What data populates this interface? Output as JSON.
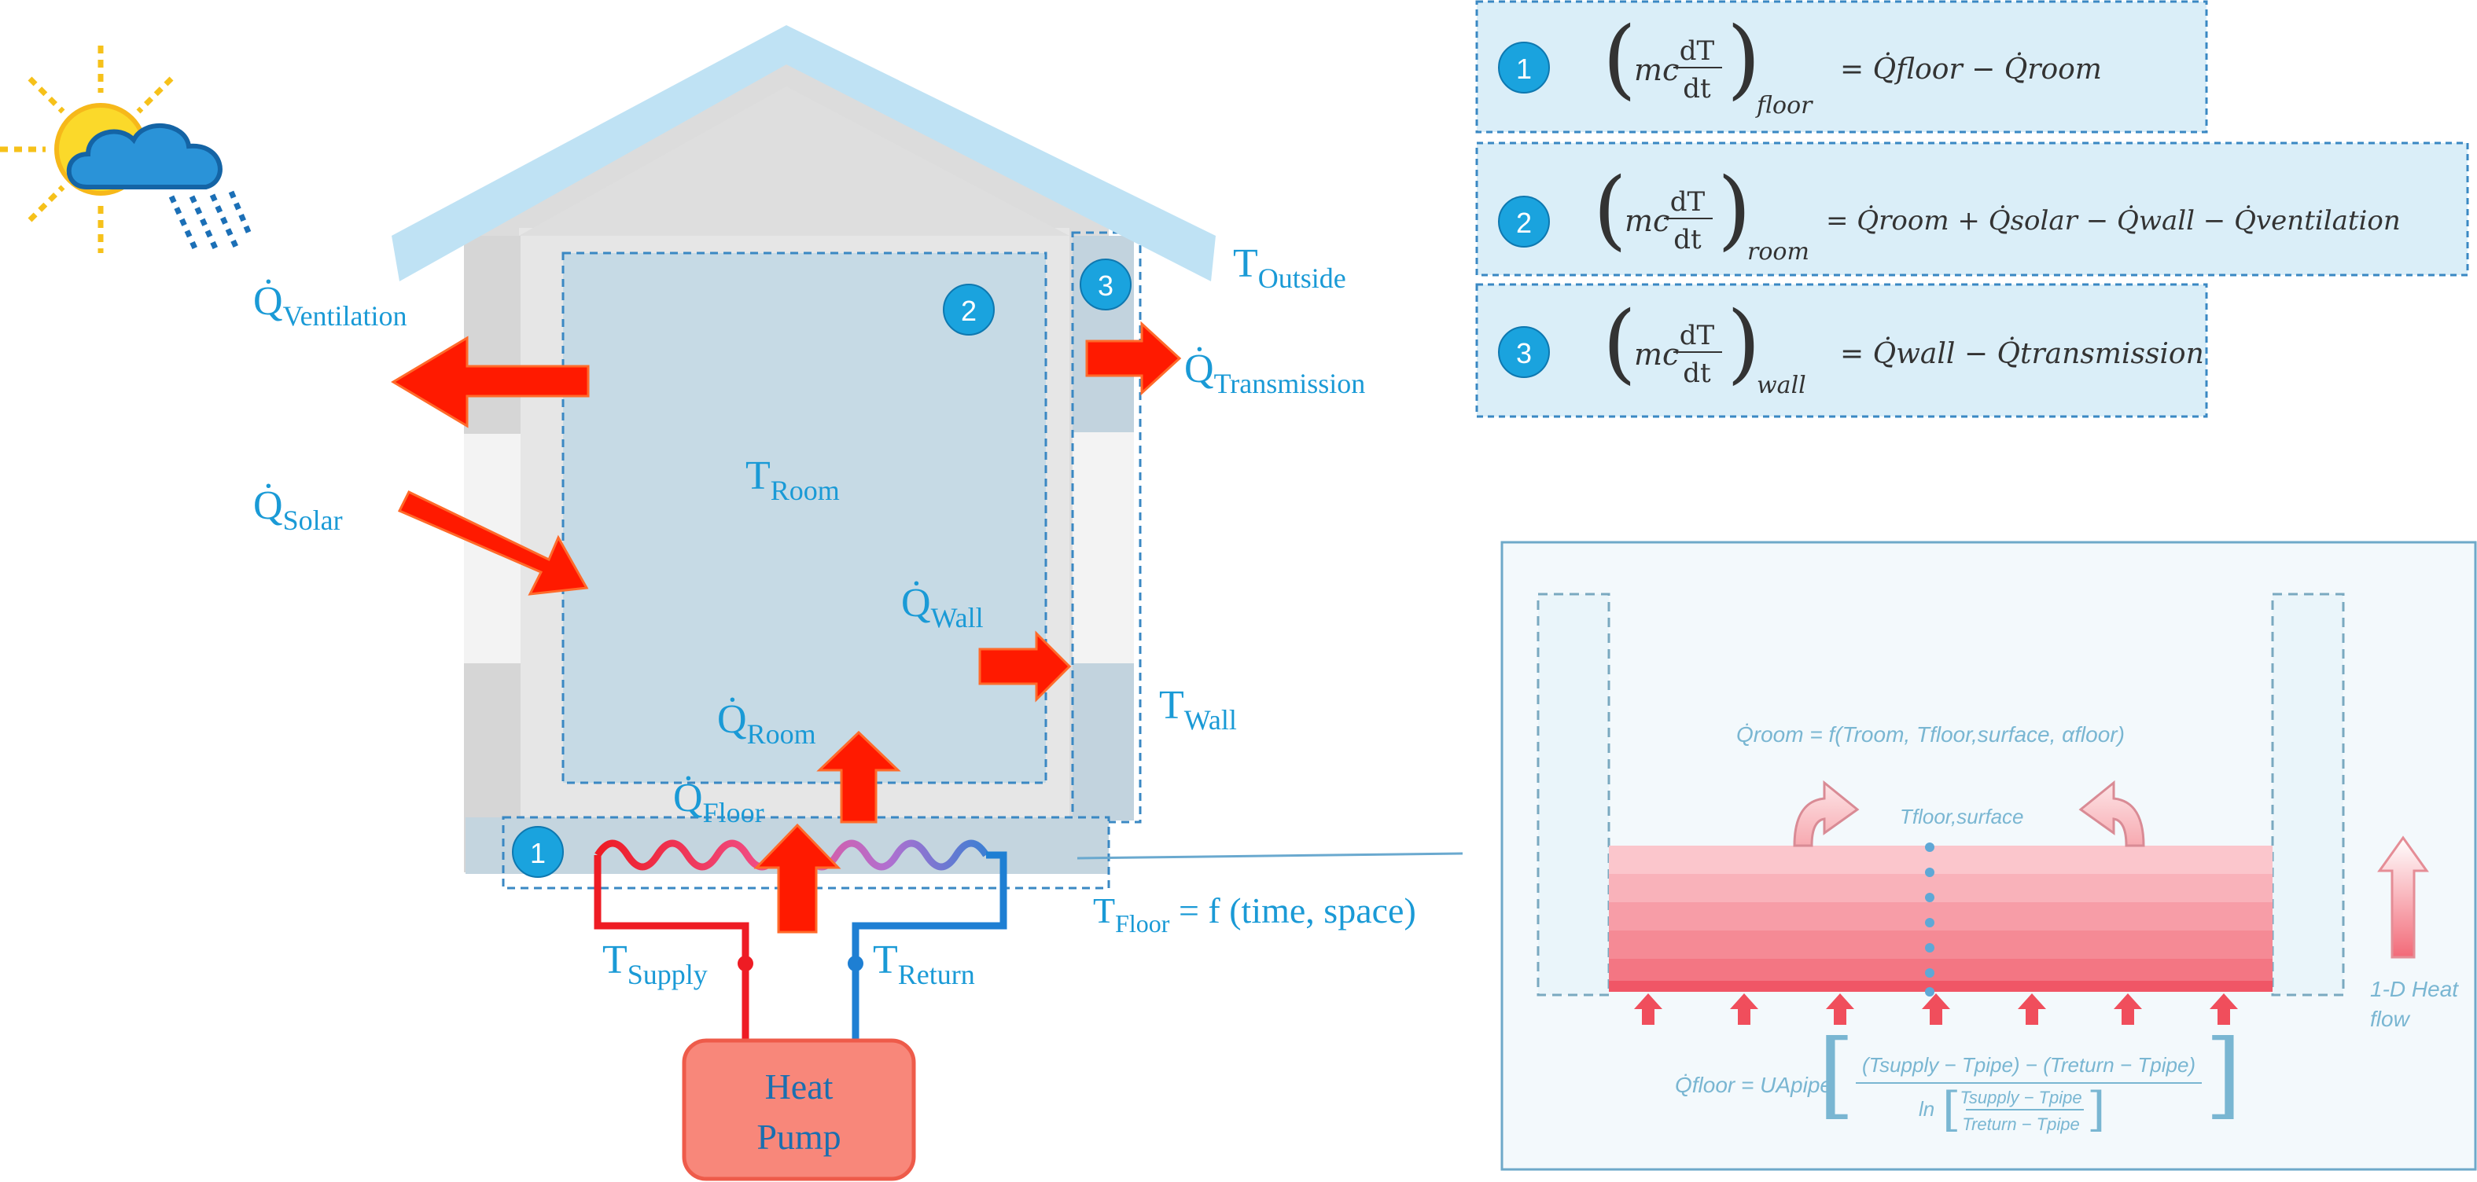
{
  "house": {
    "t_outside": {
      "base": "T",
      "sub": "Outside"
    },
    "t_room": {
      "base": "T",
      "sub": "Room"
    },
    "t_wall": {
      "base": "T",
      "sub": "Wall"
    },
    "t_floor": {
      "base": "T",
      "sub": "Floor",
      "rest": " = f (time, space)"
    },
    "t_supply": {
      "base": "T",
      "sub": "Supply"
    },
    "t_return": {
      "base": "T",
      "sub": "Return"
    },
    "q_ventilation": {
      "base": "Q̇",
      "sub": "Ventilation"
    },
    "q_solar": {
      "base": "Q̇",
      "sub": "Solar"
    },
    "q_transmission": {
      "base": "Q̇",
      "sub": "Transmission"
    },
    "q_wall": {
      "base": "Q̇",
      "sub": "Wall"
    },
    "q_room": {
      "base": "Q̇",
      "sub": "Room"
    },
    "q_floor": {
      "base": "Q̇",
      "sub": "Floor"
    },
    "heat_pump": {
      "line1": "Heat",
      "line2": "Pump"
    },
    "badges": [
      "1",
      "2",
      "3"
    ]
  },
  "equations": [
    {
      "badge": "1",
      "frac_top": "dT",
      "frac_bottom": "dt",
      "prefix": "mc",
      "subscript": "floor",
      "rhs": "= Q̇floor − Q̇room"
    },
    {
      "badge": "2",
      "frac_top": "dT",
      "frac_bottom": "dt",
      "prefix": "mc",
      "subscript": "room",
      "rhs": "= Q̇room + Q̇solar − Q̇wall − Q̇ventilation"
    },
    {
      "badge": "3",
      "frac_top": "dT",
      "frac_bottom": "dt",
      "prefix": "mc",
      "subscript": "wall",
      "rhs": "= Q̇wall − Q̇transmission"
    }
  ],
  "floor_detail": {
    "q_room_formula": "Q̇room = f(Troom, Tfloor,surface, αfloor)",
    "t_floor_surface": "Tfloor,surface",
    "heat_flow_line1": "1-D Heat",
    "heat_flow_line2": "flow",
    "q_floor_lhs": "Q̇floor = UApipe",
    "q_floor_num": "(Tsupply − Tpipe) − (Treturn − Tpipe)",
    "q_floor_ln": "ln",
    "q_floor_den_top": "Tsupply − Tpipe",
    "q_floor_den_bot": "Treturn − Tpipe"
  },
  "colors": {
    "label_blue": "#1a9ad6",
    "badge_blue": "#1aa3de",
    "arrow_red": "#ff1a00",
    "supply_pipe": "#ee1c24",
    "return_pipe": "#1e7fd3",
    "heat_pump_fill": "#f8877a",
    "roof": "#bfe2f4",
    "eq_box_fill": "#daeef8"
  }
}
